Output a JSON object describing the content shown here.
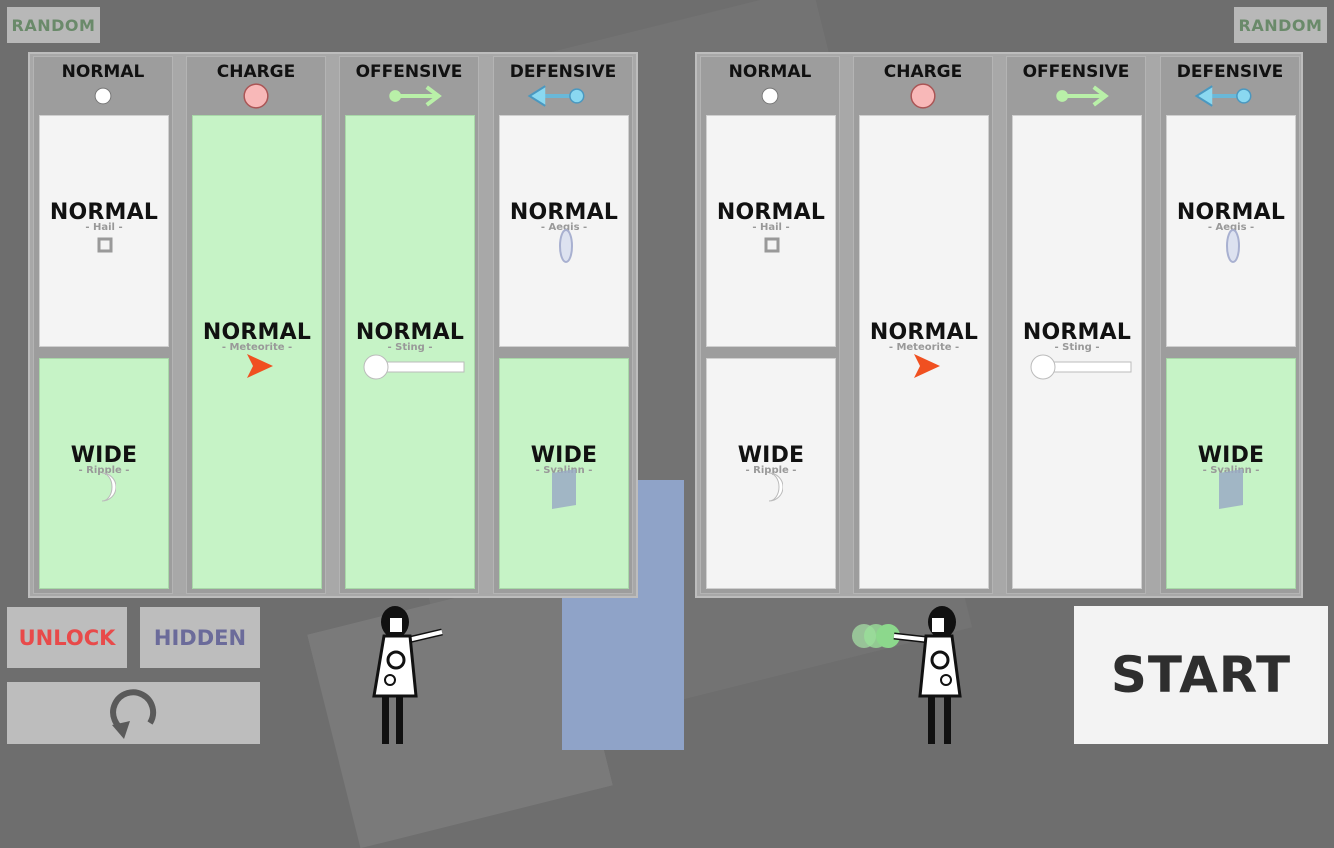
{
  "random_label": "RANDOM",
  "left_panel": {
    "columns": [
      {
        "header": "NORMAL",
        "cards": [
          {
            "title": "NORMAL",
            "sub": "- Hail -",
            "selected": false
          },
          {
            "title": "WIDE",
            "sub": "- Ripple -",
            "selected": true
          }
        ]
      },
      {
        "header": "CHARGE",
        "cards": [
          {
            "title": "NORMAL",
            "sub": "- Meteorite -",
            "selected": true
          }
        ]
      },
      {
        "header": "OFFENSIVE",
        "cards": [
          {
            "title": "NORMAL",
            "sub": "- Sting -",
            "selected": true
          }
        ]
      },
      {
        "header": "DEFENSIVE",
        "cards": [
          {
            "title": "NORMAL",
            "sub": "- Aegis -",
            "selected": false
          },
          {
            "title": "WIDE",
            "sub": "- Svalinn -",
            "selected": true
          }
        ]
      }
    ]
  },
  "right_panel": {
    "columns": [
      {
        "header": "NORMAL",
        "cards": [
          {
            "title": "NORMAL",
            "sub": "- Hail -",
            "selected": false
          },
          {
            "title": "WIDE",
            "sub": "- Ripple -",
            "selected": false
          }
        ]
      },
      {
        "header": "CHARGE",
        "cards": [
          {
            "title": "NORMAL",
            "sub": "- Meteorite -",
            "selected": false
          }
        ]
      },
      {
        "header": "OFFENSIVE",
        "cards": [
          {
            "title": "NORMAL",
            "sub": "- Sting -",
            "selected": false
          }
        ]
      },
      {
        "header": "DEFENSIVE",
        "cards": [
          {
            "title": "NORMAL",
            "sub": "- Aegis -",
            "selected": false
          },
          {
            "title": "WIDE",
            "sub": "- Svalinn -",
            "selected": true
          }
        ]
      }
    ]
  },
  "buttons": {
    "unlock": "UNLOCK",
    "hidden": "HIDDEN",
    "start": "START",
    "reset_icon": "rotate-arrow-icon"
  },
  "colors": {
    "selected_card": "#c6f3c6",
    "unlock_text": "#e84a4a",
    "hidden_text": "#6b6b9a",
    "beam": "#8fa3c8"
  }
}
